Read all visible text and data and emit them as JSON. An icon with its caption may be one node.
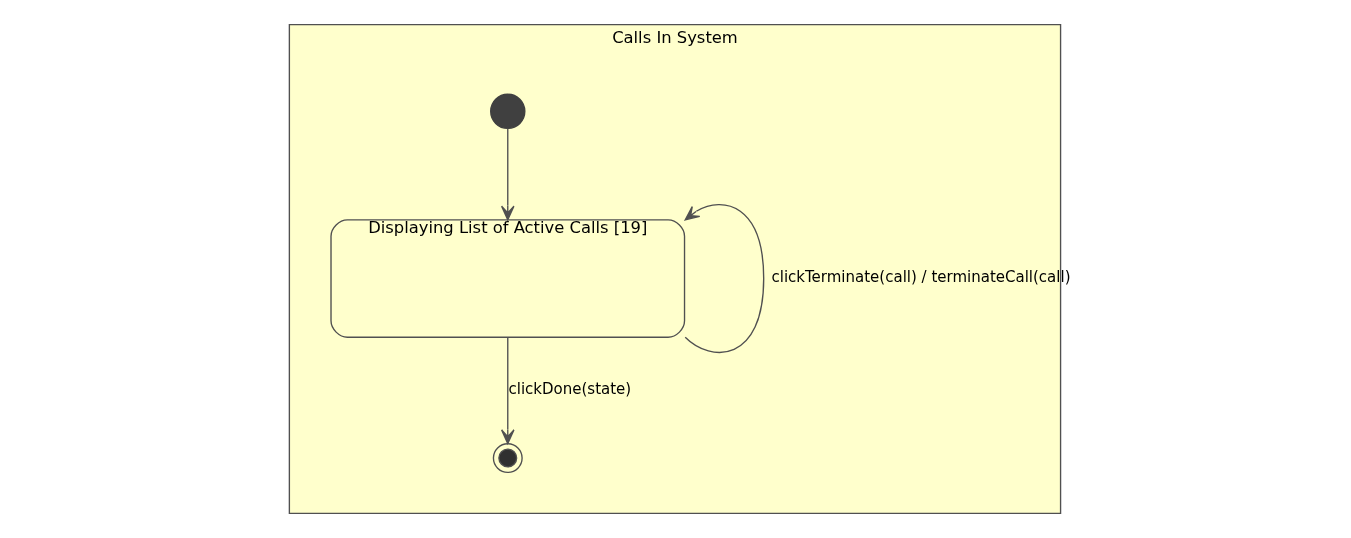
{
  "diagram": {
    "nodes": [
      {
        "text": [
          "Calls In System"
        ]
      },
      {
        "text": [],
        "shape": "circle",
        "in": 0
      },
      {
        "text": [
          "Displaying List of Active Calls [19]"
        ],
        "in": 0
      },
      {
        "text": [],
        "shape": "circle",
        "in": 0
      }
    ],
    "edges": [
      {
        "from": 1,
        "to": 2,
        "arrow": "to"
      },
      {
        "from": 2,
        "to": 3,
        "arrow": "to",
        "label": "clickDone(state)"
      },
      {
        "from": 2,
        "to": 2,
        "arrow": "to",
        "label": "clickTerminate(call) / terminateCall(call)"
      }
    ]
  }
}
